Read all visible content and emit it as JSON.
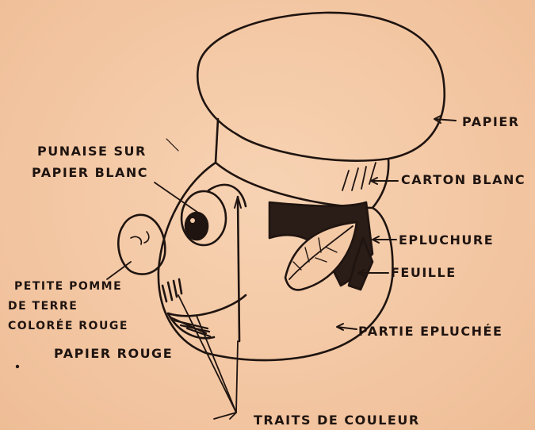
{
  "colors": {
    "paper": "#f4c9a6",
    "ink": "#1f1410"
  },
  "labels": {
    "papier": "PAPIER",
    "carton_blanc": "CARTON BLANC",
    "epluchure": "EPLUCHURE",
    "feuille": "FEUILLE",
    "partie_epluchee": "PARTIE EPLUCHÉE",
    "punaise_line1": "PUNAISE SUR",
    "punaise_line2": "PAPIER BLANC",
    "pomme_line1": "PETITE POMME",
    "pomme_line2": "DE TERRE",
    "pomme_line3": "COLORÉE ROUGE",
    "papier_rouge": "PAPIER ROUGE",
    "traits": "TRAITS DE COULEUR"
  }
}
